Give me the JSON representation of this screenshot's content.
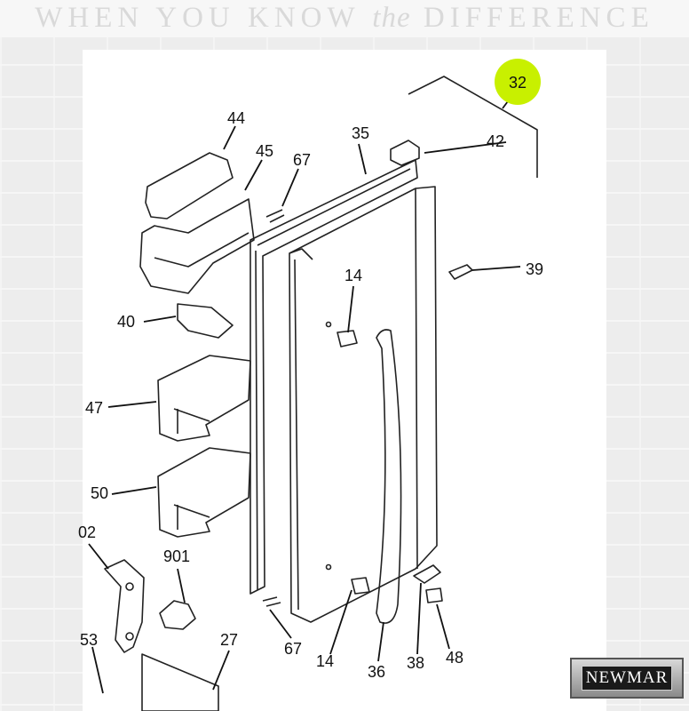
{
  "header": {
    "slogan_before": "WHEN YOU KNOW",
    "slogan_italic": "the",
    "slogan_after": "DIFFERENCE"
  },
  "callout": {
    "label": "32",
    "color": "#c8f000"
  },
  "part_labels": {
    "p44": "44",
    "p45": "45",
    "p67_top": "67",
    "p35": "35",
    "p42": "42",
    "p39": "39",
    "p14_top": "14",
    "p40": "40",
    "p47": "47",
    "p50": "50",
    "p02": "02",
    "p901": "901",
    "p53": "53",
    "p27": "27",
    "p67_bottom": "67",
    "p14_bottom": "14",
    "p36": "36",
    "p38": "38",
    "p48": "48"
  },
  "logo": {
    "text": "NEWMAR"
  }
}
